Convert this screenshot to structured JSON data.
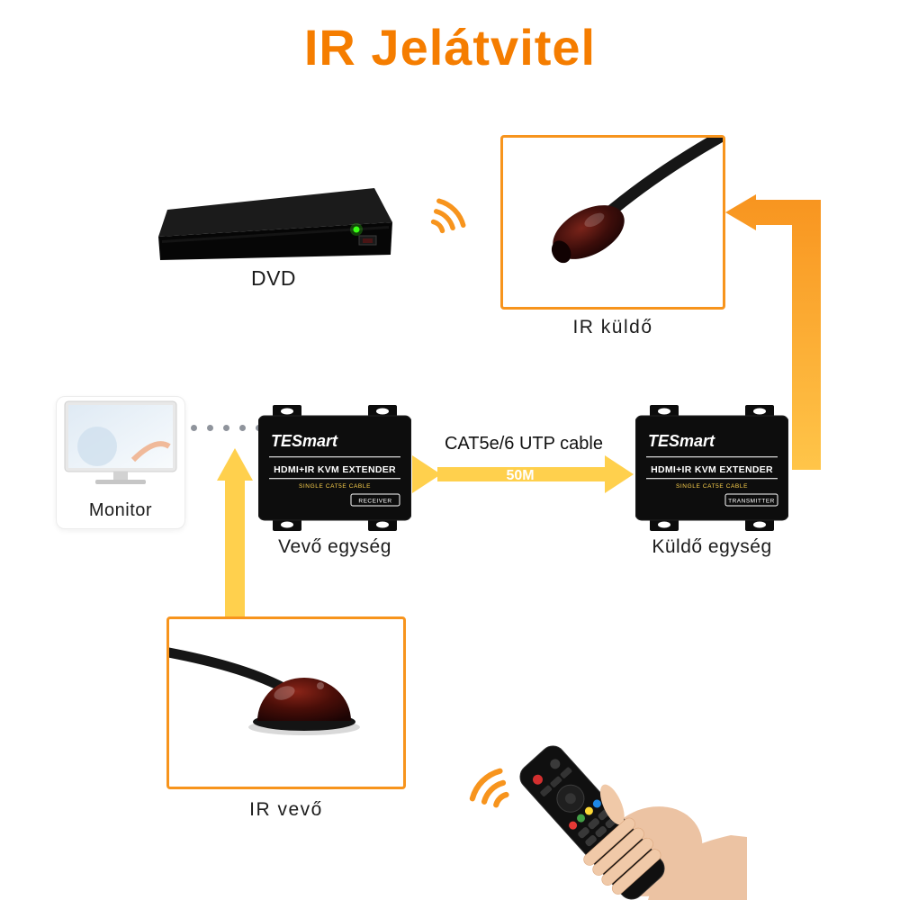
{
  "title": "IR Jelátvitel",
  "devices": {
    "dvd": {
      "label": "DVD"
    },
    "monitor": {
      "label": "Monitor"
    },
    "ir_sender": {
      "label": "IR küldő"
    },
    "ir_receiver": {
      "label": "IR vevő"
    },
    "receiver_unit": {
      "label": "Vevő egység",
      "brand": "TESmart",
      "model": "HDMI+IR KVM EXTENDER",
      "sub": "SINGLE CAT5E CABLE",
      "badge": "RECEIVER"
    },
    "transmitter_unit": {
      "label": "Küldő egység",
      "brand": "TESmart",
      "model": "HDMI+IR KVM EXTENDER",
      "sub": "SINGLE CAT5E CABLE",
      "badge": "TRANSMITTER"
    }
  },
  "cable": {
    "label": "CAT5e/6 UTP cable",
    "distance": "50M"
  },
  "colors": {
    "title_orange": "#F57D00",
    "arrow_yellow": "#FFD04D",
    "path_orange_top": "#F8941F",
    "path_orange_bottom": "#FFC64A",
    "frame_orange": "#F7941D"
  }
}
